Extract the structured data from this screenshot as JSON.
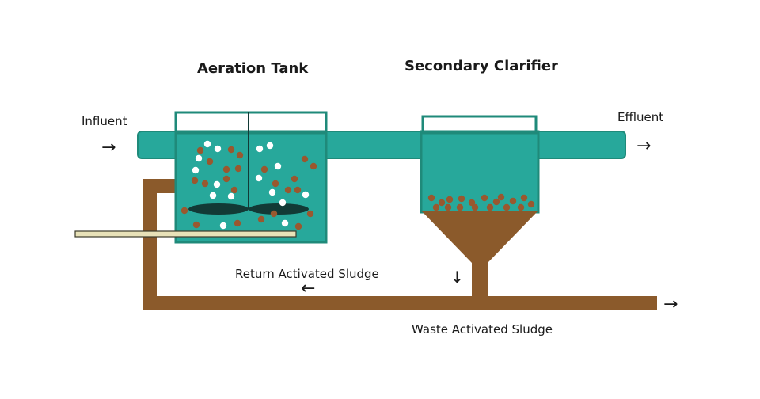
{
  "titles": {
    "aeration_tank": "Aeration Tank",
    "secondary_clarifier": "Secondary Clarifier"
  },
  "labels": {
    "influent": "Influent",
    "effluent": "Effluent",
    "return_sludge": "Return Activated Sludge",
    "waste_sludge": "Waste Activated Sludge"
  },
  "arrows": {
    "influent": "→",
    "effluent": "→",
    "return_sludge": "←",
    "clarifier_down": "↓",
    "waste_out": "→"
  },
  "colors": {
    "water": "#27a89b",
    "water_border": "#1f8a7a",
    "sludge": "#8b5a2b",
    "particle_brown": "#99582f",
    "bubble": "#ffffff",
    "mixer": "#123a36",
    "air_pipe": "#e8e2b8"
  }
}
